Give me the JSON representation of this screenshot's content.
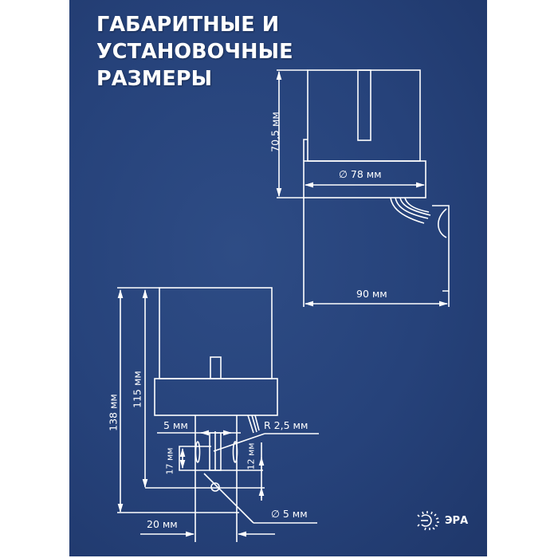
{
  "title": {
    "line1": "ГАБАРИТНЫЕ И УСТАНОВОЧНЫЕ",
    "line2": "РАЗМЕРЫ"
  },
  "colors": {
    "background": "#26427a",
    "lines": "#ffffff",
    "page": "#ffffff"
  },
  "top_view": {
    "height_label": "70,5 мм",
    "diameter_label": "∅ 78 мм",
    "width_label": "90 мм"
  },
  "side_view": {
    "total_height_label": "138 мм",
    "body_height_label": "115 мм",
    "slot_width_label": "5 мм",
    "radius_label": "R 2,5 мм",
    "slot_height_label": "17 мм",
    "slot_depth_label": "12 мм",
    "hole_label": "∅ 5 мм",
    "base_width_label": "20 мм"
  },
  "logo": {
    "icon": "sun-icon",
    "text": "ЭРА"
  }
}
